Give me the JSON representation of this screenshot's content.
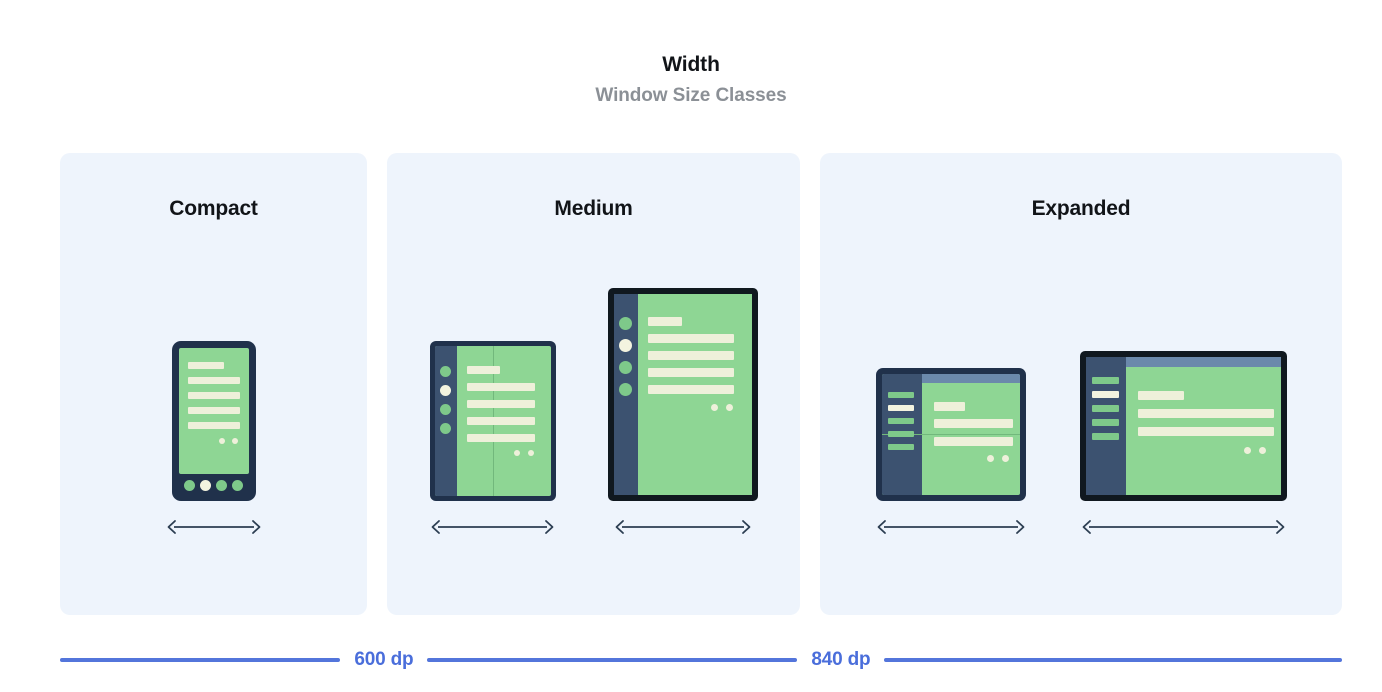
{
  "header": {
    "title": "Width",
    "subtitle": "Window Size Classes"
  },
  "columns": [
    {
      "label": "Compact",
      "devices": [
        {
          "name": "phone-portrait",
          "arrow": "⟷"
        }
      ]
    },
    {
      "label": "Medium",
      "devices": [
        {
          "name": "foldable-portrait",
          "arrow": "⟷"
        },
        {
          "name": "tablet-portrait",
          "arrow": "⟷"
        }
      ]
    },
    {
      "label": "Expanded",
      "devices": [
        {
          "name": "foldable-landscape",
          "arrow": "⟷"
        },
        {
          "name": "tablet-landscape",
          "arrow": "⟷"
        }
      ]
    }
  ],
  "breakpoints": [
    {
      "label": "600 dp"
    },
    {
      "label": "840 dp"
    }
  ],
  "colors": {
    "panel_background": "#eef4fc",
    "screen_green": "#8ed694",
    "content_cream": "#eef0da",
    "bezel_navy": "#20314b",
    "bezel_black": "#10181f",
    "rail_navy": "#3c5270",
    "topbar_blue": "#6b89ab",
    "breakpoint_blue": "#5375db",
    "title_dark": "#111418",
    "subtitle_gray": "#8b9096"
  }
}
